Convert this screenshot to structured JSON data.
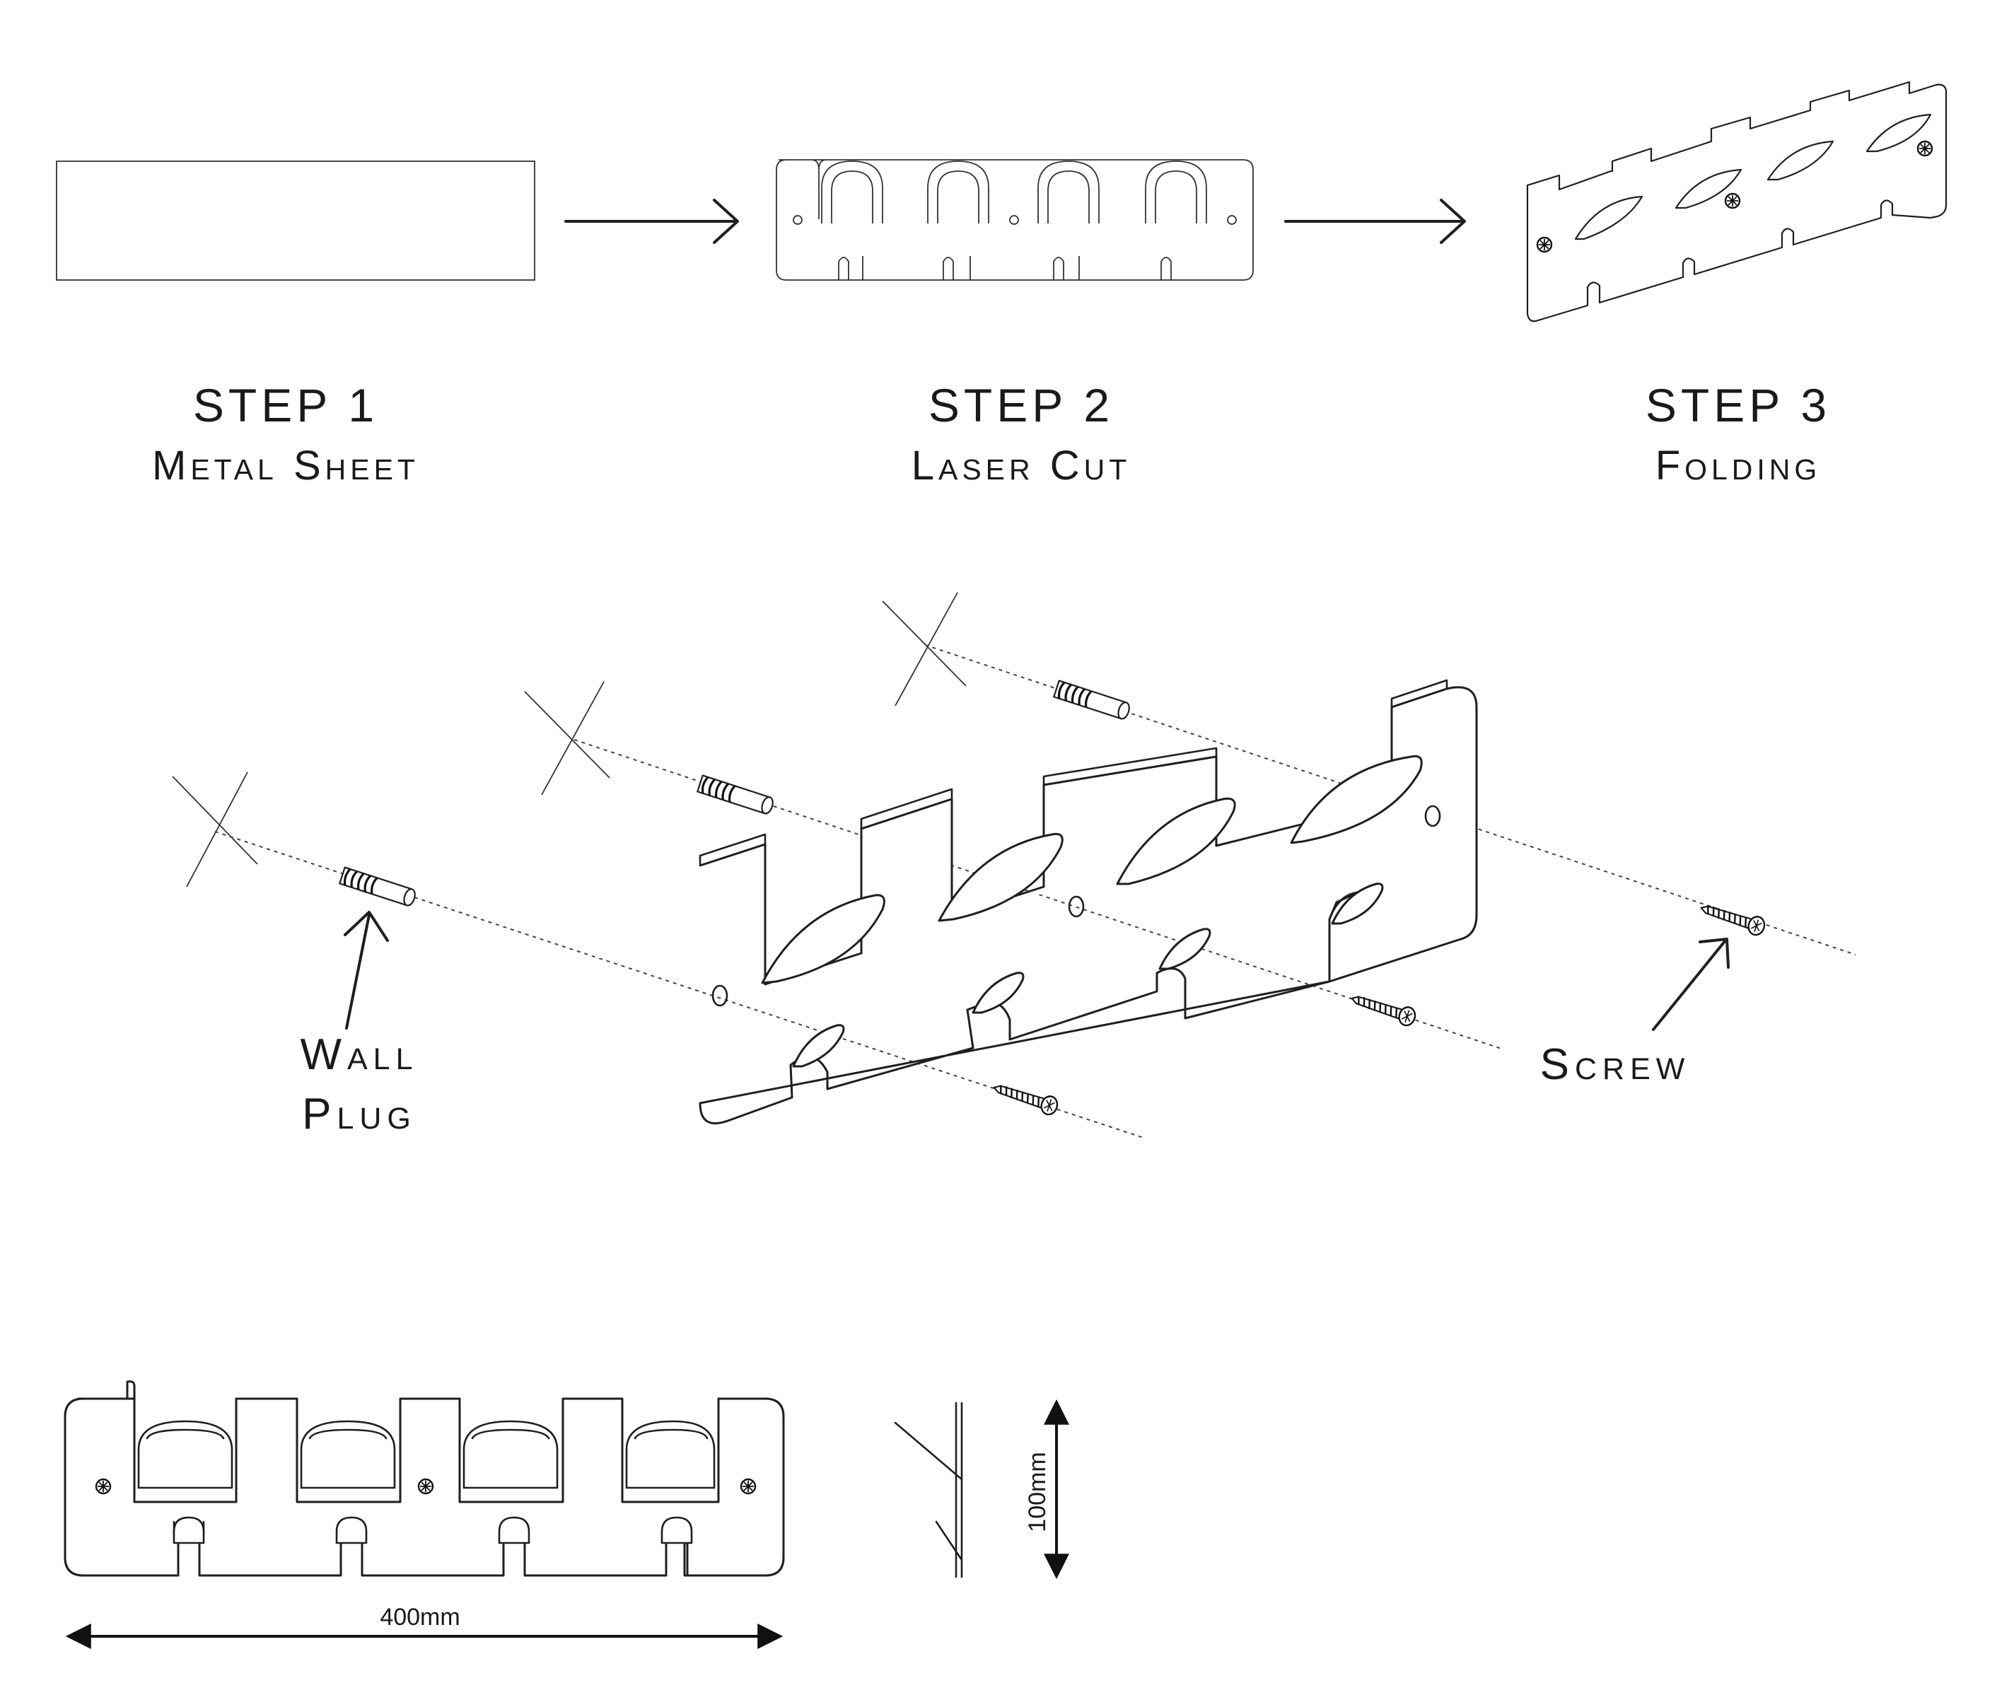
{
  "steps": [
    {
      "title": "STEP 1",
      "subtitle": "Metal Sheet"
    },
    {
      "title": "STEP 2",
      "subtitle": "Laser Cut"
    },
    {
      "title": "STEP 3",
      "subtitle": "Folding"
    }
  ],
  "callouts": {
    "wall_plug_line1": "Wall",
    "wall_plug_line2": "Plug",
    "screw": "Screw"
  },
  "dimensions": {
    "width": "400mm",
    "height": "100mm"
  }
}
